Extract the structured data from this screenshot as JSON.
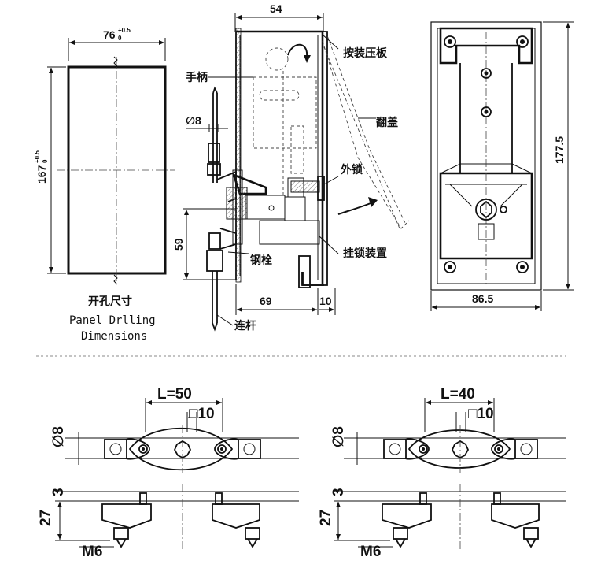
{
  "panel": {
    "width_dim": "76",
    "width_tol": "+0.5",
    "width_tol_low": "0",
    "height_dim": "167",
    "height_tol": "+0.5",
    "height_tol_low": "0",
    "caption_cn": "开孔尺寸",
    "caption_en_1": "Panel Drlling",
    "caption_en_2": "Dimensions"
  },
  "side": {
    "top_dim": "54",
    "handle": "手柄",
    "diam": "∅8",
    "dim_59": "59",
    "bolt": "钢栓",
    "dim_69": "69",
    "dim_10": "10",
    "rod": "连杆",
    "press_plate": "按装压板",
    "flip_cover": "翻盖",
    "outer_lock": "外锁",
    "padlock": "挂锁装置"
  },
  "front": {
    "height_dim": "177.5",
    "width_dim": "86.5"
  },
  "link_left": {
    "length": "L=50",
    "square": "□10",
    "diam": "∅8",
    "dim_3": "3",
    "dim_27": "27",
    "thread": "M6"
  },
  "link_right": {
    "length": "L=40",
    "square": "□10",
    "diam": "∅8",
    "dim_3": "3",
    "dim_27": "27",
    "thread": "M6"
  }
}
